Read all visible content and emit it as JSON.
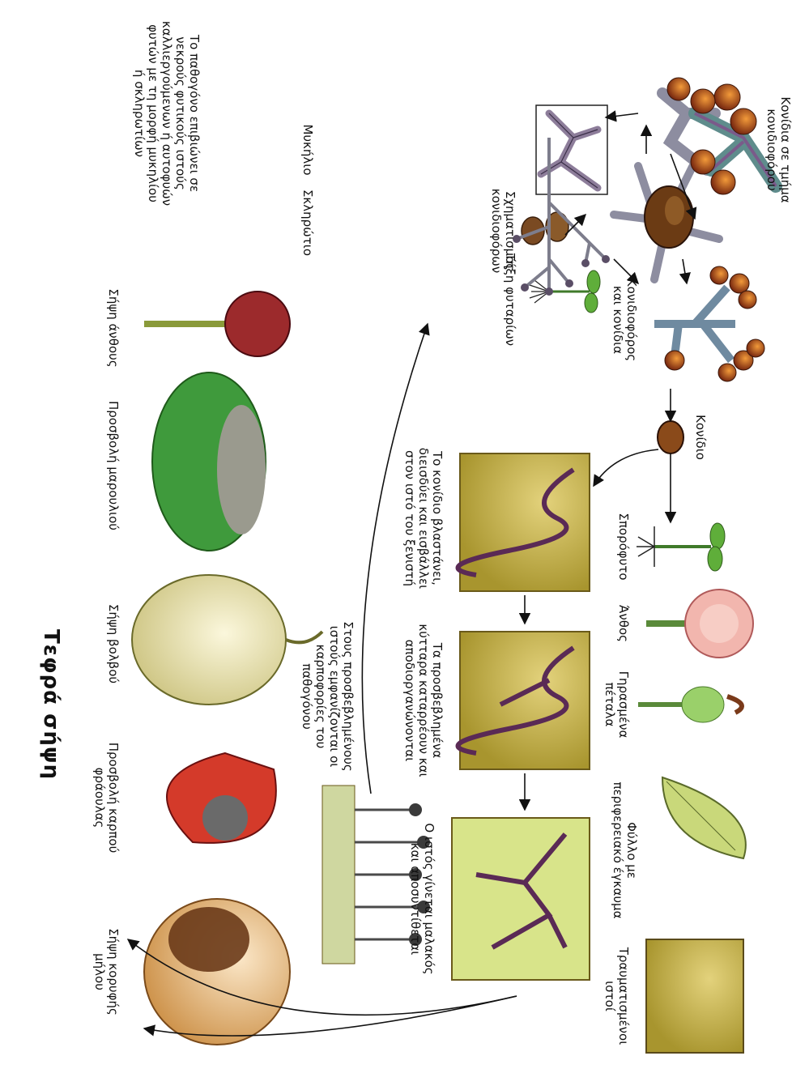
{
  "title": "Τεφρά σήψη",
  "labels": {
    "conidia_part": [
      "Κονίδια σε τμήμα",
      "κονιδιοφόρου"
    ],
    "conidiophore_formation": [
      "Σχηματισμός",
      "κονιδιοφόρων"
    ],
    "mycelium": "Μυκήλιο",
    "sclerotium": "Σκληρώτιο",
    "survival": [
      "Το παθογόνο επιβιώνει σε",
      "νεκρούς φυτικούς ιστούς",
      "καλλιεργούμενων ή αυτοφυών",
      "φυτών με τη μορφή μυκηλίου",
      "ή σκληρωτίων"
    ],
    "conidiophore_conidia": [
      "Κονιδιοφόρος",
      "και κονίδια"
    ],
    "conidium": "Κονίδιο",
    "seedling": "Σπορόφυτο",
    "flower": "Άνθος",
    "aged_petals": [
      "Γηρασμένα",
      "πέταλα"
    ],
    "leaf_burn": [
      "Φύλλο με",
      "περιφερειακό έγκαυμα"
    ],
    "wounded_tissue": [
      "Τραυματισμένοι",
      "ιστοί"
    ],
    "germinates": [
      "Το κονίδιο βλαστάνει,",
      "διεισδύει και εισβάλλει",
      "στον ιστό του ξενιστή"
    ],
    "cells_collapse": [
      "Τα προσβεβλημένα",
      "κύτταρα καταρρέουν και",
      "αποδιοργανώνονται"
    ],
    "tissue_soft": [
      "Ο ιστός γίνεται μαλακός",
      "και αποσυντίθεται"
    ],
    "fruiting": [
      "Στους προσβεβλημένους",
      "ιστούς εμφανίζονται οι",
      "καρποφορίες του",
      "παθογόνου"
    ],
    "seedling_rot": "Τήξη φυταρίων",
    "flower_rot": "Σήψη άνθους",
    "lettuce": "Προσβολή μαρουλιού",
    "bulb_rot": "Σήψη βολβού",
    "strawberry": [
      "Προσβολή καρπού",
      "φράουλας"
    ],
    "apple": [
      "Σήψη κορυφής",
      "μήλου"
    ]
  },
  "colors": {
    "cell": "#c9b85a",
    "cell_dark": "#8a7a2c",
    "hypha": "#5a2a55",
    "spore": "#c8621e",
    "spore_dark": "#4a1a0c",
    "stalk": "#6f8aa0",
    "leaf": "#3f9a3c",
    "tissue_bg": "#d8e48a",
    "rot_red": "#9c2a2c",
    "petal": "#f2b6ae",
    "bulb": "#e9e3b4",
    "strawberry": "#d43a2a",
    "apple": "#e6b576",
    "gray_mold": "#9a9a8e",
    "arrow": "#111111"
  },
  "icons": [
    "sclerotium-icon",
    "mycelium-icon",
    "conidiophore-icon",
    "conidium-icon",
    "seedling-icon",
    "flower-icon",
    "leaf-icon",
    "tissue-icon",
    "lettuce-icon",
    "bulb-icon",
    "strawberry-icon",
    "apple-icon"
  ]
}
